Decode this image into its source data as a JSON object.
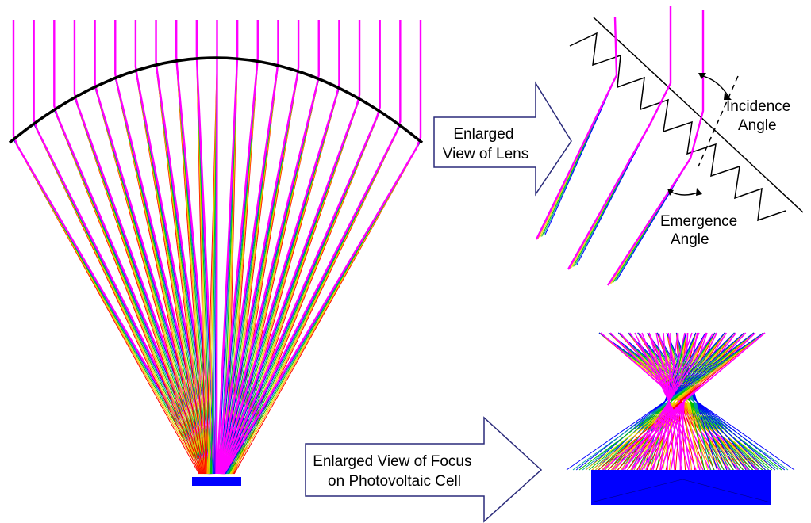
{
  "labels": {
    "enlarged_lens": [
      "Enlarged",
      "View of Lens"
    ],
    "incidence": [
      "Incidence",
      "Angle"
    ],
    "emergence": [
      "Emergence",
      "Angle"
    ],
    "enlarged_focus": [
      "Enlarged View of Focus",
      "on Photovoltaic Cell"
    ]
  },
  "colors": {
    "ray_primary": "#ff00ff",
    "spectrum": [
      "#ff0000",
      "#ffa500",
      "#e0e000",
      "#00c000",
      "#00a0a0",
      "#0000ff"
    ],
    "cell": "#0000ff",
    "arrow_stroke": "#2a2a7a",
    "lens": "#000000"
  },
  "icons": [
    "right-arrow-icon",
    "fresnel-lens-icon",
    "photovoltaic-cell-icon"
  ]
}
